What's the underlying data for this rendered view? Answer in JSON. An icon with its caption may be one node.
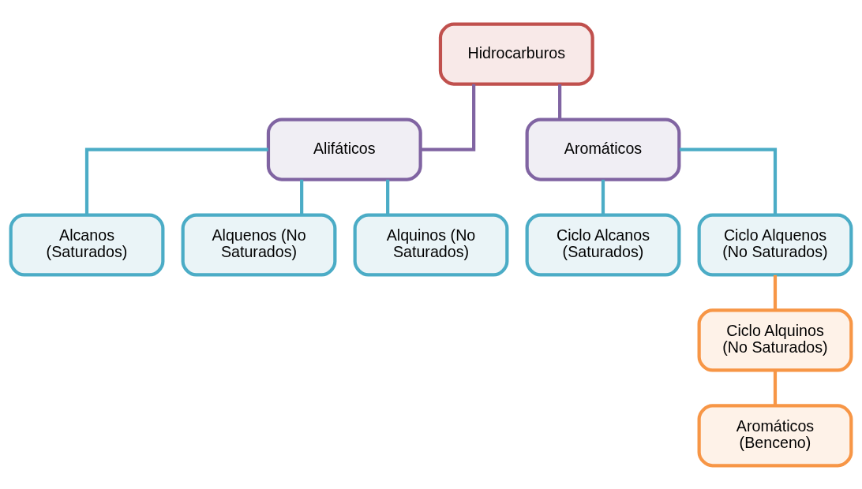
{
  "diagram": {
    "nodes": [
      {
        "text": [
          "Hidrocarburos"
        ]
      },
      {
        "text": [
          "Alifáticos"
        ]
      },
      {
        "text": [
          "Aromáticos"
        ]
      },
      {
        "text": [
          "Alcanos (Saturados)"
        ]
      },
      {
        "text": [
          "Alquenos (No Saturados)"
        ]
      },
      {
        "text": [
          "Alquinos (No Saturados)"
        ]
      },
      {
        "text": [
          "Ciclo Alcanos (Saturados)"
        ]
      },
      {
        "text": [
          "Ciclo Alquenos (No Saturados)"
        ]
      },
      {
        "text": [
          "Ciclo Alquinos (No Saturados)"
        ]
      },
      {
        "text": [
          "Aromáticos (Benceno)"
        ]
      }
    ],
    "edges": [
      {
        "from": 0,
        "to": 1,
        "arrow": "none",
        "color": "#8064a2"
      },
      {
        "from": 0,
        "to": 2,
        "arrow": "none",
        "color": "#8064a2"
      },
      {
        "from": 1,
        "to": 3,
        "arrow": "none"
      },
      {
        "from": 1,
        "to": 4,
        "arrow": "none"
      },
      {
        "from": 1,
        "to": 5,
        "arrow": "none"
      },
      {
        "from": 2,
        "to": 6,
        "arrow": "none"
      },
      {
        "from": 2,
        "to": 7,
        "arrow": "none"
      },
      {
        "from": 7,
        "to": 8,
        "arrow": "none",
        "color": "#f79646"
      },
      {
        "from": 8,
        "to": 9,
        "arrow": "none",
        "color": "#f79646"
      }
    ]
  }
}
